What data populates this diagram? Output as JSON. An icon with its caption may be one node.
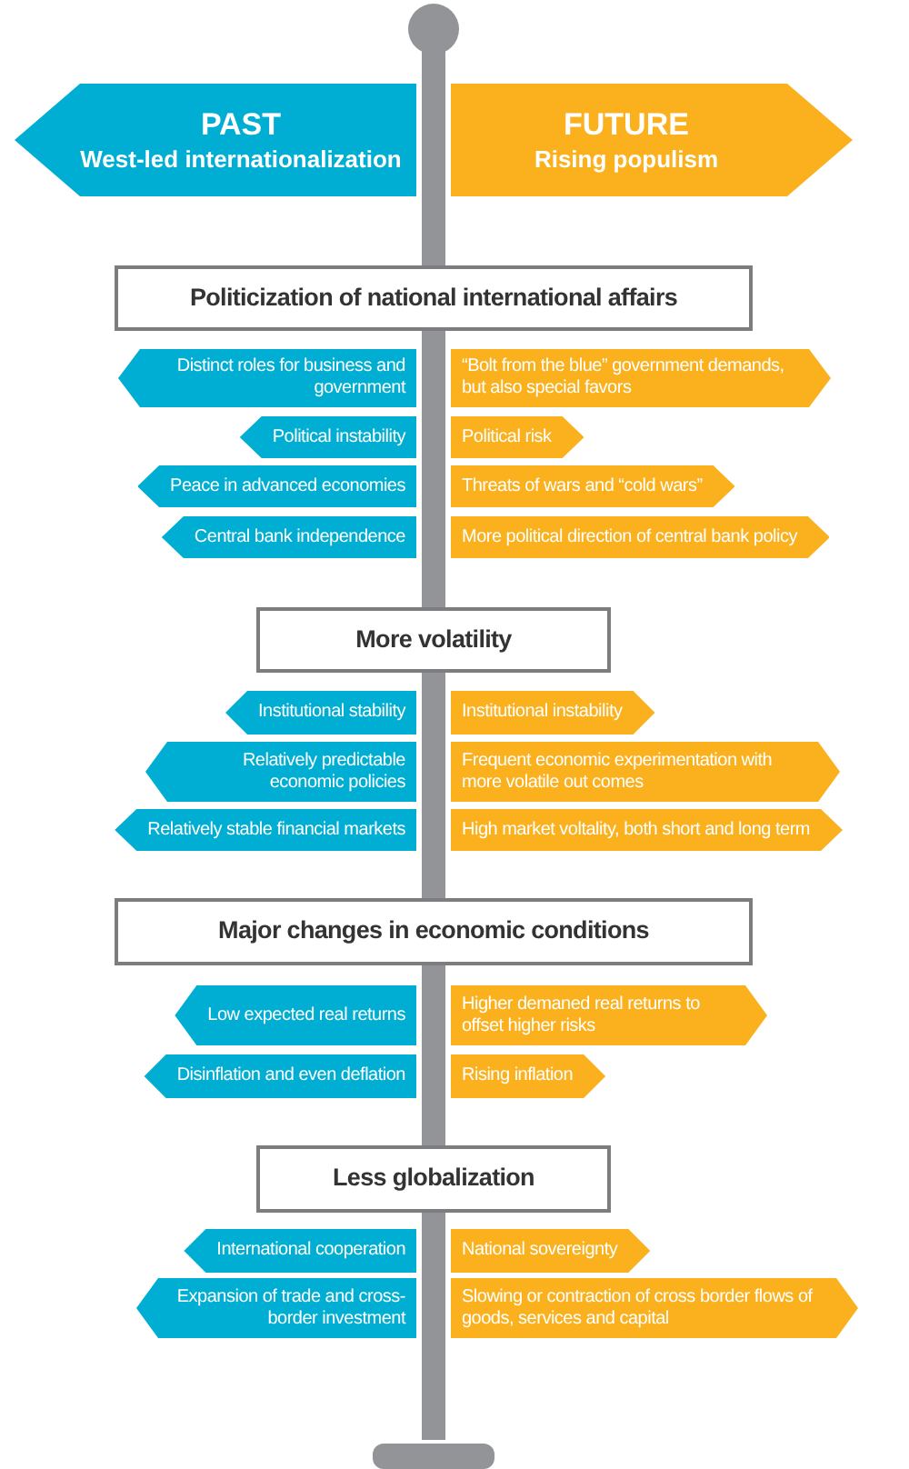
{
  "diagram": {
    "nodes": [
      {
        "text": [
          "PAST",
          "West-led internationalization"
        ]
      },
      {
        "text": [
          "FUTURE",
          "Rising populism"
        ]
      },
      {
        "text": [
          "Politicization of national international affairs"
        ]
      },
      {
        "text": [
          "Distinct roles for business and government"
        ]
      },
      {
        "text": [
          "“Bolt from the blue” government demands, but also special favors"
        ]
      },
      {
        "text": [
          "Political instability"
        ]
      },
      {
        "text": [
          "Political risk"
        ]
      },
      {
        "text": [
          "Peace in advanced economies"
        ]
      },
      {
        "text": [
          "Threats of wars and “cold wars”"
        ]
      },
      {
        "text": [
          "Central bank independence"
        ]
      },
      {
        "text": [
          "More political direction of central bank policy"
        ]
      },
      {
        "text": [
          "More volatility"
        ]
      },
      {
        "text": [
          "Institutional stability"
        ]
      },
      {
        "text": [
          "Institutional instability"
        ]
      },
      {
        "text": [
          "Relatively predictable economic policies"
        ]
      },
      {
        "text": [
          "Frequent economic experimentation with more volatile out comes"
        ]
      },
      {
        "text": [
          "Relatively stable financial markets"
        ]
      },
      {
        "text": [
          "High market voltality, both short and long term"
        ]
      },
      {
        "text": [
          "Major changes in economic conditions"
        ]
      },
      {
        "text": [
          "Low expected real returns"
        ]
      },
      {
        "text": [
          "Higher demaned real returns to offset higher risks"
        ]
      },
      {
        "text": [
          "Disinflation and even deflation"
        ]
      },
      {
        "text": [
          "Rising inflation"
        ]
      },
      {
        "text": [
          "Less globalization"
        ]
      },
      {
        "text": [
          "International cooperation"
        ]
      },
      {
        "text": [
          "National sovereignty"
        ]
      },
      {
        "text": [
          "Expansion of trade and cross-border investment"
        ]
      },
      {
        "text": [
          "Slowing or contraction of cross border flows of goods, services and capital"
        ]
      }
    ]
  }
}
